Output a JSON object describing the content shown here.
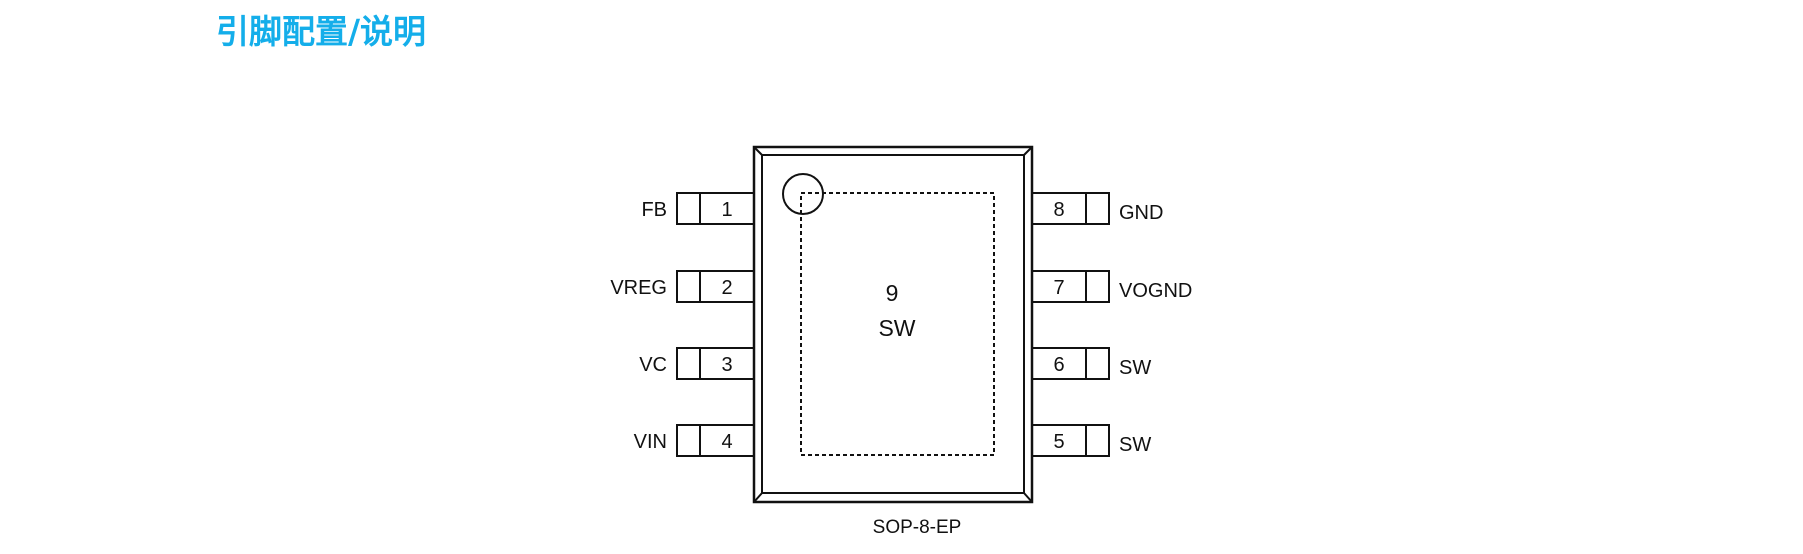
{
  "section_title": "引脚配置/说明",
  "package": {
    "name": "SOP-8-EP",
    "exposed_pad": {
      "number": "9",
      "name": "SW"
    },
    "pin1_marker": "circle-dot"
  },
  "pins_left": [
    {
      "number": "1",
      "name": "FB"
    },
    {
      "number": "2",
      "name": "VREG"
    },
    {
      "number": "3",
      "name": "VC"
    },
    {
      "number": "4",
      "name": "VIN"
    }
  ],
  "pins_right": [
    {
      "number": "8",
      "name": "GND"
    },
    {
      "number": "7",
      "name": "VOGND"
    },
    {
      "number": "6",
      "name": "SW"
    },
    {
      "number": "5",
      "name": "SW"
    }
  ],
  "colors": {
    "title": "#14aeea",
    "line": "#111111"
  }
}
